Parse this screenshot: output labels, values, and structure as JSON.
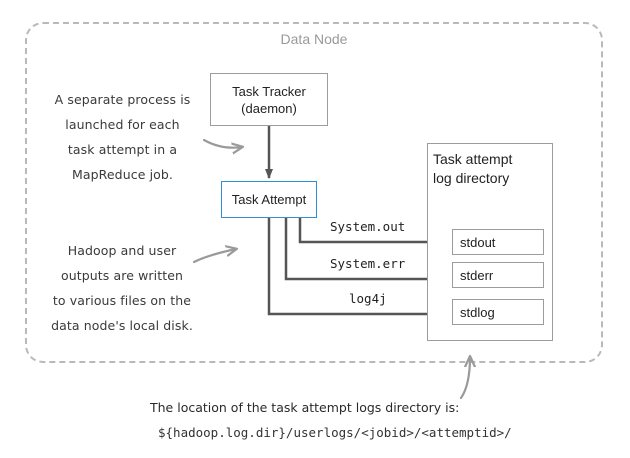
{
  "diagram": {
    "container_title": "Data Node",
    "task_tracker": "Task Tracker\n(daemon)",
    "task_attempt": "Task Attempt",
    "log_directory": "Task attempt\nlog directory",
    "files": {
      "stdout": "stdout",
      "stderr": "stderr",
      "stdlog": "stdlog"
    },
    "streams": {
      "system_out": "System.out",
      "system_err": "System.err",
      "log4j": "log4j"
    },
    "notes": {
      "separate_process": "A separate process is\nlaunched for each\ntask attempt in a\nMapReduce job.",
      "outputs": "Hadoop and user\noutputs are written\nto various files on the\ndata node's local disk."
    },
    "footer": {
      "line1": "The location of the task attempt logs directory is:",
      "line2": "${hadoop.log.dir}/userlogs/<jobid>/<attemptid>/"
    }
  },
  "colors": {
    "arrow": "#555555",
    "hand_arrow": "#9a9a9a",
    "attempt_border": "#2f8fd6",
    "dashed_border": "#b9b9b9"
  }
}
